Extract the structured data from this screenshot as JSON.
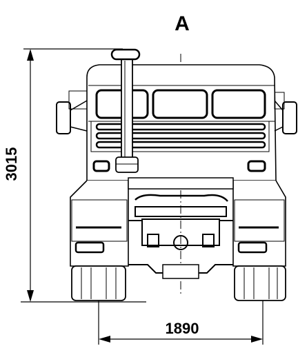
{
  "view_label": "A",
  "dimensions": {
    "height_label": "3015",
    "width_label": "1890"
  },
  "colors": {
    "ink": "#000000",
    "paper": "#ffffff",
    "shade": "#d9d9d9"
  }
}
